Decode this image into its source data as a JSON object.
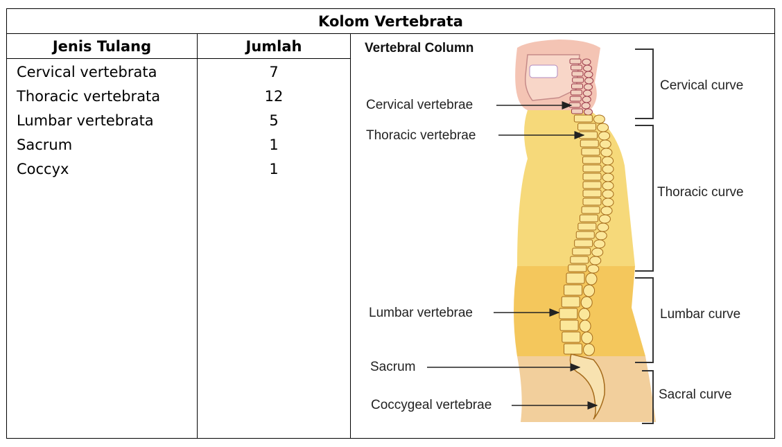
{
  "table": {
    "title": "Kolom Vertebrata",
    "headers": [
      "Jenis Tulang",
      "Jumlah"
    ],
    "rows": [
      {
        "name": "Cervical vertebrata",
        "count": "7"
      },
      {
        "name": "Thoracic vertebrata",
        "count": "12"
      },
      {
        "name": "Lumbar vertebrata",
        "count": "5"
      },
      {
        "name": "Sacrum",
        "count": "1"
      },
      {
        "name": "Coccyx",
        "count": "1"
      }
    ]
  },
  "diagram": {
    "title": "Vertebral Column",
    "left_labels": {
      "cervical": "Cervical vertebrae",
      "thoracic": "Thoracic vertebrae",
      "lumbar": "Lumbar vertebrae",
      "sacrum": "Sacrum",
      "coccygeal": "Coccygeal vertebrae"
    },
    "curves": {
      "cervical": "Cervical curve",
      "thoracic": "Thoracic curve",
      "lumbar": "Lumbar curve",
      "sacral": "Sacral curve"
    },
    "colors": {
      "neck": "#f4c4b4",
      "thorax": "#f6d97a",
      "lumbar": "#f4c75c",
      "sacral": "#f2cf9c",
      "bone": "#fbe79a",
      "outline": "#a46a1a"
    }
  }
}
